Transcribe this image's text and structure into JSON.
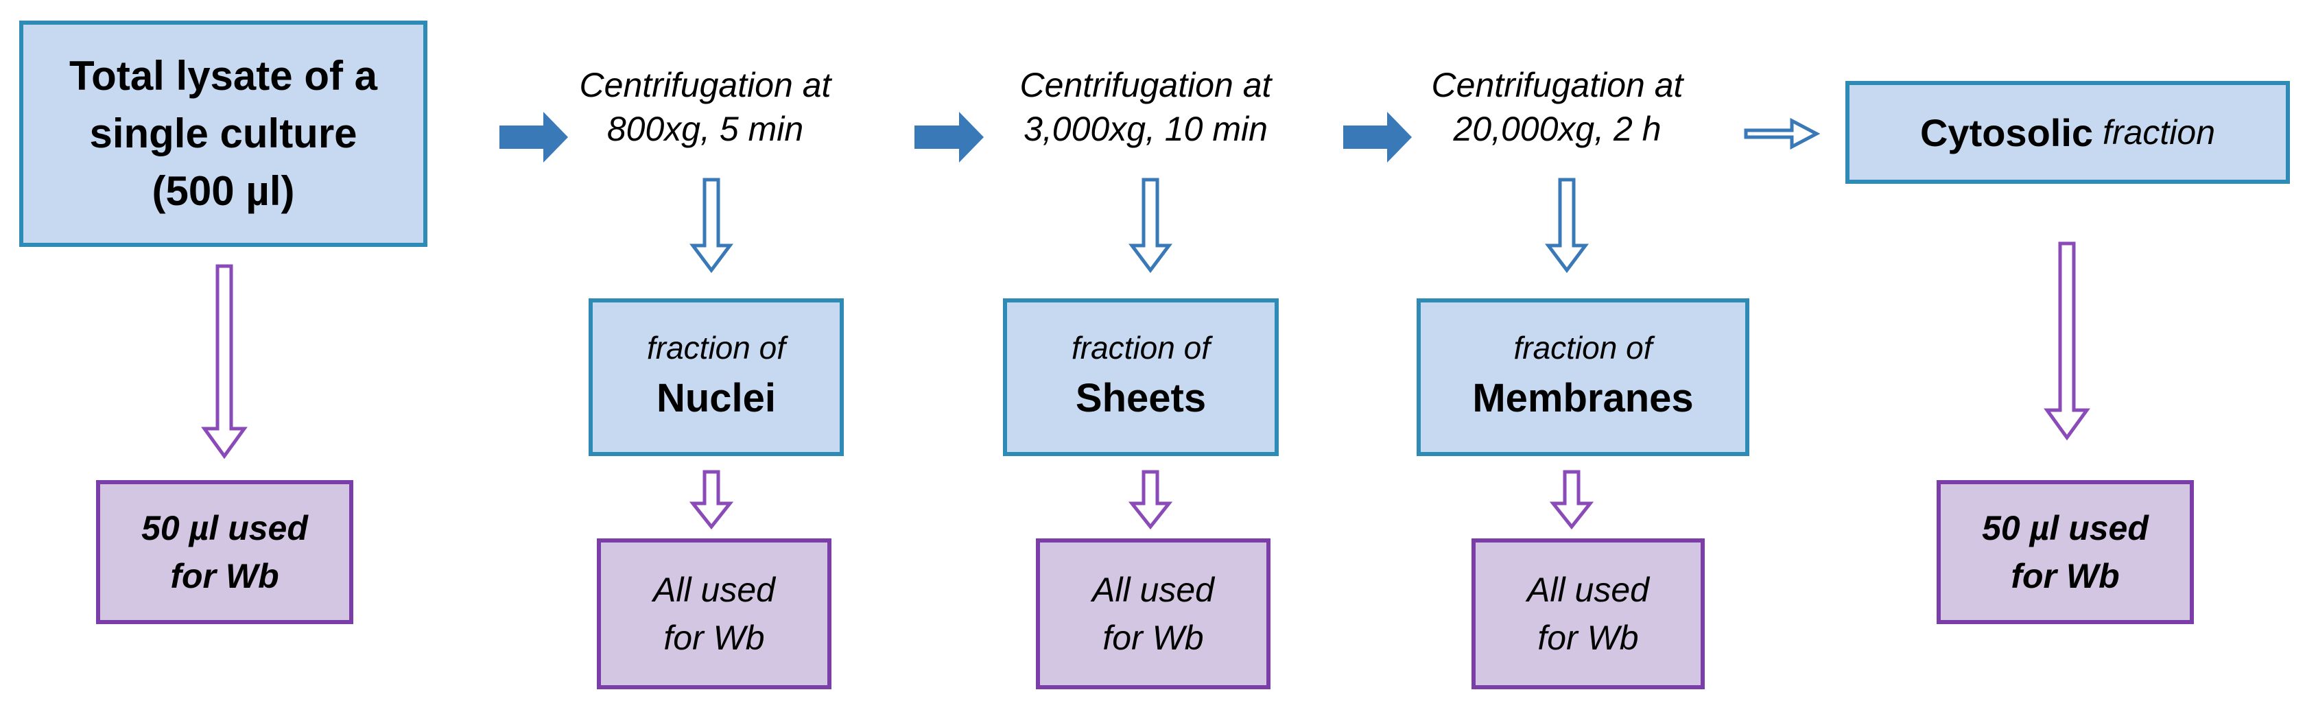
{
  "start": {
    "line1": "Total lysate of a",
    "line2": "single culture",
    "line3": "(500 µl)"
  },
  "steps": [
    {
      "line1": "Centrifugation at",
      "line2": "800xg, 5 min"
    },
    {
      "line1": "Centrifugation at",
      "line2": "3,000xg, 10 min"
    },
    {
      "line1": "Centrifugation at",
      "line2": "20,000xg, 2 h"
    }
  ],
  "fractions": [
    {
      "prefix": "fraction of",
      "name": "Nuclei"
    },
    {
      "prefix": "fraction of",
      "name": "Sheets"
    },
    {
      "prefix": "fraction of",
      "name": "Membranes"
    }
  ],
  "cytosolic": {
    "word": "Cytosolic",
    "suffix": "fraction"
  },
  "usage": {
    "partial_line1": "50 µl used",
    "partial_line2": "for Wb",
    "all_line1": "All used",
    "all_line2": "for Wb"
  },
  "colors": {
    "blue_fill": "#c6d9f1",
    "blue_border": "#2e8bb5",
    "purple_fill": "#d3c6e2",
    "purple_border": "#7b3ea8",
    "arrow_blue": "#3a79b8",
    "arrow_purple": "#8a4ab8"
  }
}
